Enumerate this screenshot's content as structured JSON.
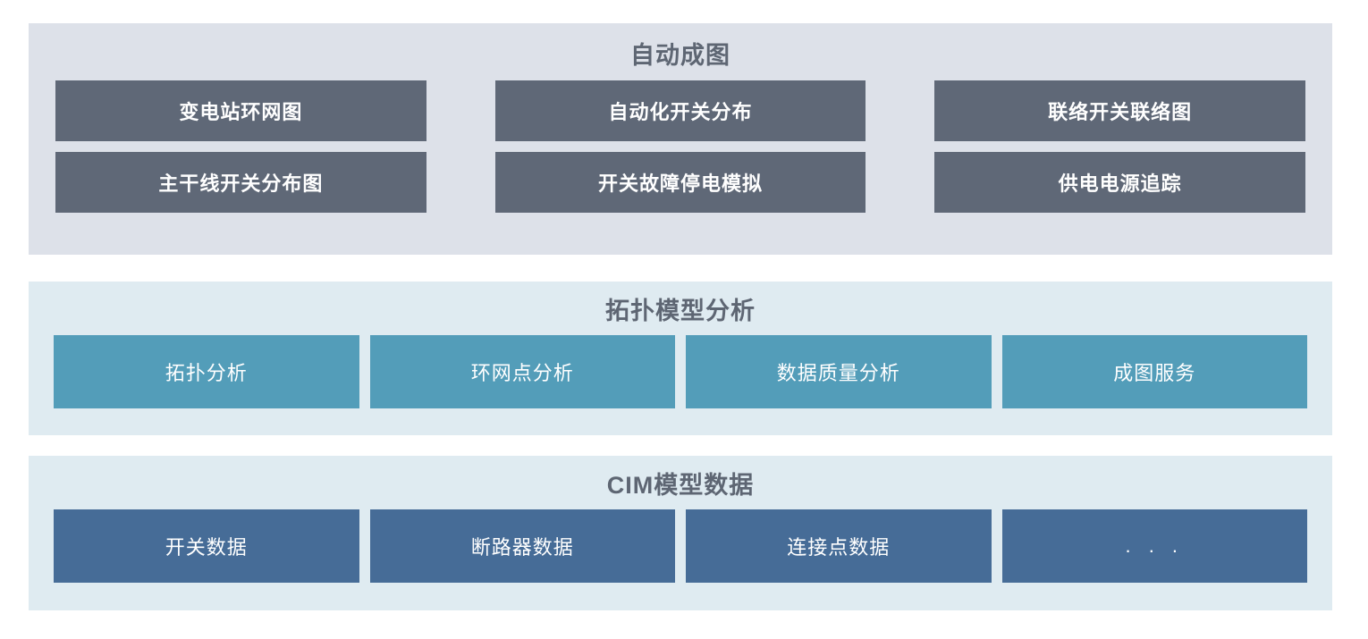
{
  "sections": [
    {
      "id": "auto-mapping",
      "title": "自动成图",
      "bg_color": "#dde1e9",
      "tile_color": "#5f6877",
      "tiles": [
        "变电站环网图",
        "自动化开关分布",
        "联络开关联络图",
        "主干线开关分布图",
        "开关故障停电模拟",
        "供电电源追踪"
      ]
    },
    {
      "id": "topology-model-analysis",
      "title": "拓扑模型分析",
      "bg_color": "#dfebf1",
      "tile_color": "#539db9",
      "tiles": [
        "拓扑分析",
        "环网点分析",
        "数据质量分析",
        "成图服务"
      ]
    },
    {
      "id": "cim-model-data",
      "title": "CIM模型数据",
      "bg_color": "#dfebf1",
      "tile_color": "#466c97",
      "tiles": [
        "开关数据",
        "断路器数据",
        "连接点数据",
        ". . ."
      ]
    }
  ],
  "text_colors": {
    "title": "#5e6673",
    "tile_label": "#ffffff"
  }
}
